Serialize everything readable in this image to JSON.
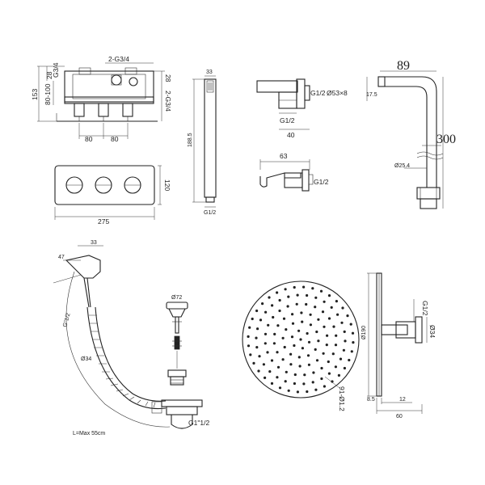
{
  "diagram": {
    "dims": {
      "valve_g34_left": "G3/4",
      "valve_2g34_top": "2-G3/4",
      "valve_2g34_right": "2-G3/4",
      "valve_28_left": "28",
      "valve_28_right": "28",
      "valve_80_100": "80-100",
      "valve_153": "153",
      "valve_spacing_a": "80",
      "valve_spacing_b": "80",
      "plate_height": "120",
      "plate_width": "275",
      "handshower_length": "188.5",
      "handshower_head": "33",
      "handshower_connector": "G1/2",
      "outlet_thread": "G1/2",
      "outlet_flange": "Ø53×8",
      "outlet_inlet": "G1/2",
      "outlet_depth": "40",
      "holder_width": "63",
      "holder_thread": "G1/2",
      "arm_reach": "89",
      "arm_drop": "300",
      "arm_tube": "Ø25.4",
      "arm_top": "17.5",
      "waste_top": "33",
      "waste_47": "47",
      "waste_thread": "G\"1/2",
      "waste_pipe": "Ø34",
      "waste_length": "L=Max 55cm",
      "waste_bottom_thread": "G1\"1/2",
      "plug_diameter": "Ø72",
      "head_holes": "91-Ø1.2",
      "head_diameter": "Ø190",
      "head_arm_thread": "G1/2",
      "head_arm_diameter": "Ø34",
      "head_thickness": "8.5",
      "head_12": "12",
      "head_60": "60"
    },
    "colors": {
      "line": "#222222",
      "background": "#ffffff"
    }
  }
}
